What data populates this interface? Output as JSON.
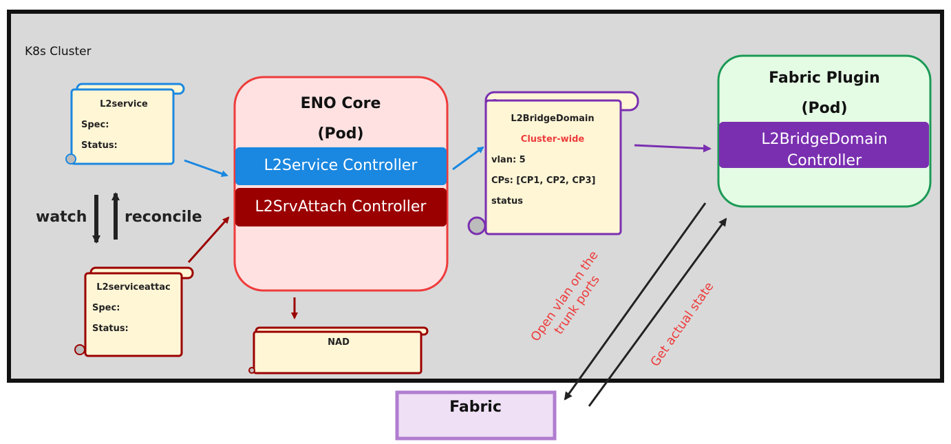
{
  "cluster": {
    "label": "K8s Cluster"
  },
  "l2service": {
    "title": "L2service",
    "spec": "Spec:",
    "status": "Status:"
  },
  "l2serviceattach": {
    "title": "L2serviceattac",
    "spec": "Spec:",
    "status": "Status:"
  },
  "watch_reconcile": {
    "watch": "watch",
    "reconcile": "reconcile"
  },
  "eno_core": {
    "title": "ENO Core",
    "subtitle": "(Pod)",
    "l2service_controller": "L2Service Controller",
    "l2srvattach_controller": "L2SrvAttach Controller"
  },
  "nad": {
    "title": "NAD"
  },
  "l2bridgedomain": {
    "title": "L2BridgeDomain",
    "scope": "Cluster-wide",
    "vlan": "vlan: 5",
    "cps": "CPs: [CP1, CP2, CP3]",
    "status": "status"
  },
  "fabric_plugin": {
    "title": "Fabric Plugin",
    "subtitle": "(Pod)",
    "controller_line1": "L2BridgeDomain",
    "controller_line2": "Controller"
  },
  "fabric": {
    "title": "Fabric"
  },
  "annotations": {
    "open_vlan_line1": "Open vlan on the",
    "open_vlan_line2": "trunk ports",
    "get_state": "Get actual state"
  },
  "colors": {
    "cluster_bg": "#d9d9d9",
    "blue": "#1a87e0",
    "dark_red": "#9b0000",
    "red": "#ee3b3b",
    "purple": "#7a2fb0",
    "green": "#1a9a55",
    "scroll_fill": "#fff6d6",
    "fabric_fill": "#efe0f5",
    "fabric_border": "#b07dd0"
  }
}
